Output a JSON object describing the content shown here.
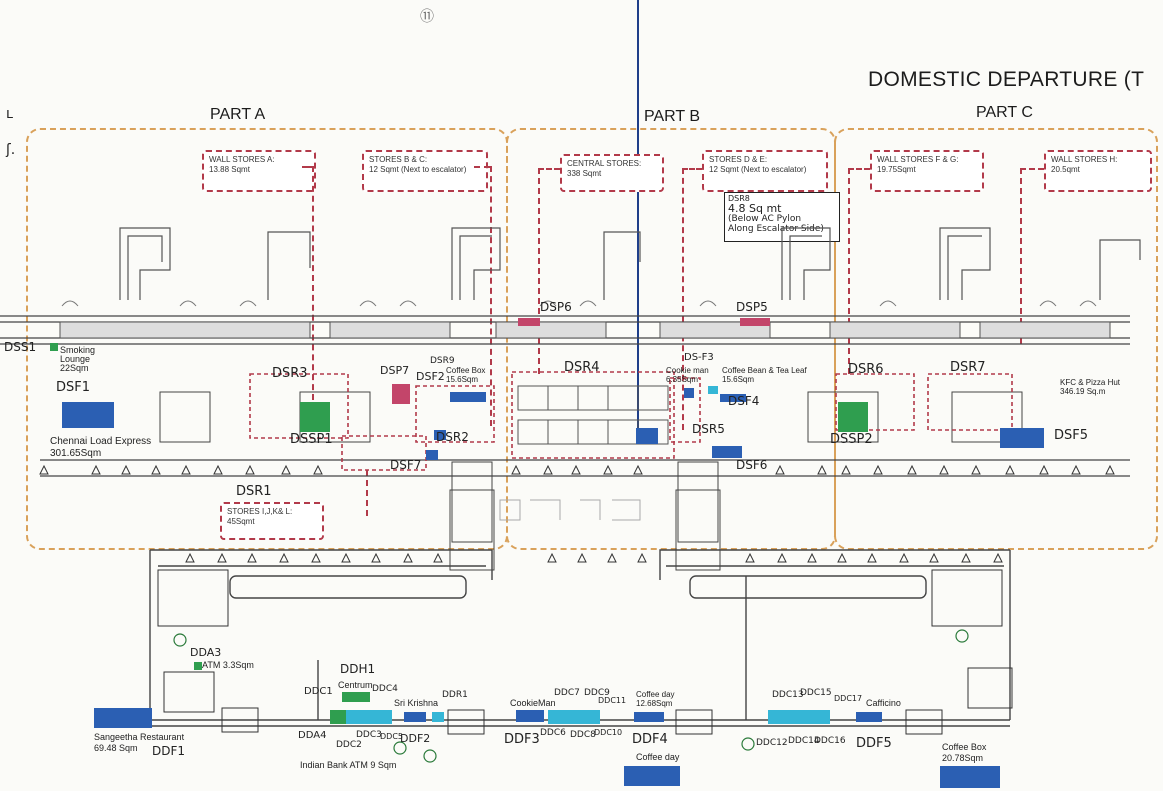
{
  "header": {
    "page_number_mark": "⑪",
    "title": "DOMESTIC DEPARTURE (T"
  },
  "parts": {
    "a": "PART A",
    "b": "PART B",
    "c": "PART C"
  },
  "store_callouts": {
    "wall_a": {
      "line1": "WALL STORES A:",
      "line2": "13.88 Sqmt"
    },
    "b_c": {
      "line1": "STORES B & C:",
      "line2": "12 Sqmt (Next to escalator)"
    },
    "central": {
      "line1": "CENTRAL STORES:",
      "line2": "338 Sqmt"
    },
    "d_e": {
      "line1": "STORES D & E:",
      "line2": "12 Sqmt (Next to escalator)"
    },
    "f_g": {
      "line1": "WALL STORES F & G:",
      "line2": "19.75Sqmt"
    },
    "wall_h": {
      "line1": "WALL STORES H:",
      "line2": "20.5qmt"
    },
    "ijkl": {
      "line1": "STORES I,J,K& L:",
      "line2": "45Sqmt"
    }
  },
  "dsr8_note": {
    "tag": "DSR8",
    "line1": "4.8 Sq mt",
    "line2": "(Below AC Pylon",
    "line3": "Along Escalator Side)"
  },
  "handwritten": {
    "dss1": "DSS1",
    "dsf1": "DSF1",
    "dsr3": "DSR3",
    "dssp1": "DSSP1",
    "dsp7": "DSP7",
    "dsf2": "DSF2",
    "dsr9": "DSR9",
    "dsp6": "DSP6",
    "dsr4": "DSR4",
    "dsf3": "DS-F3",
    "dsp5": "DSP5",
    "dsf4": "DSF4",
    "dsr5": "DSR5",
    "dsr6": "DSR6",
    "dsr7": "DSR7",
    "dssp2": "DSSP2",
    "dsf5": "DSF5",
    "dsf6": "DSF6",
    "dsr1": "DSR1",
    "dsf7": "DSF7",
    "dsr2": "DSR2",
    "dda3": "DDA3",
    "ddh1": "DDH1",
    "ddc1": "DDC1",
    "ddc4": "DDC4",
    "ddr1": "DDR1",
    "dda4": "DDA4",
    "ddc2": "DDC2",
    "ddc3": "DDC3",
    "ddc5": "DDC5",
    "ddf2": "DDF2",
    "ddf1": "DDF1",
    "ddf3": "DDF3",
    "ddc6": "DDC6",
    "ddc7": "DDC7",
    "ddc8": "DDC8",
    "ddc9": "DDC9",
    "ddc10": "DDC10",
    "ddc11": "DDC11",
    "ddf4": "DDF4",
    "ddc12": "DDC12",
    "ddc13": "DDC13",
    "ddc14": "DDC14",
    "ddc15": "DDC15",
    "ddc16": "DDC16",
    "ddc17": "DDC17",
    "ddf5": "DDF5"
  },
  "printed_labels": {
    "smoking_lounge": "Smoking\nLounge\n22Sqm",
    "coffee_box_top": "Coffee Box\n15.6Sqm",
    "cookie_man_top": "Cookie man\n6.35Sqm",
    "coffee_bean": "Coffee Bean & Tea Leaf\n15.6Sqm",
    "kfc": "KFC & Pizza Hut\n346.19 Sq.m",
    "chennai_load": "Chennai Load Express\n301.65Sqm",
    "atm": "ATM 3.3Sqm",
    "centrum": "Centrum",
    "sri_krishna": "Sri Krishna",
    "cookieman_bottom": "CookieMan",
    "coffee_day_top": "Coffee day\n12.68Sqm",
    "cafficino": "Cafficino",
    "sangeetha": "Sangeetha Restaurant\n69.48 Sqm",
    "indian_bank": "Indian Bank ATM 9 Sqm",
    "coffee_day_bottom": "Coffee day",
    "coffee_box_bottom": "Coffee Box\n20.78Sqm"
  },
  "colors": {
    "zone_border": "#d9a15a",
    "callout_border": "#b23a4a",
    "store_blue": "#2b5fb3",
    "store_cyan": "#35b6d6",
    "store_green": "#2f9e4f",
    "pink_marker": "#c3456a",
    "leader_line": "#1f3f8a"
  }
}
